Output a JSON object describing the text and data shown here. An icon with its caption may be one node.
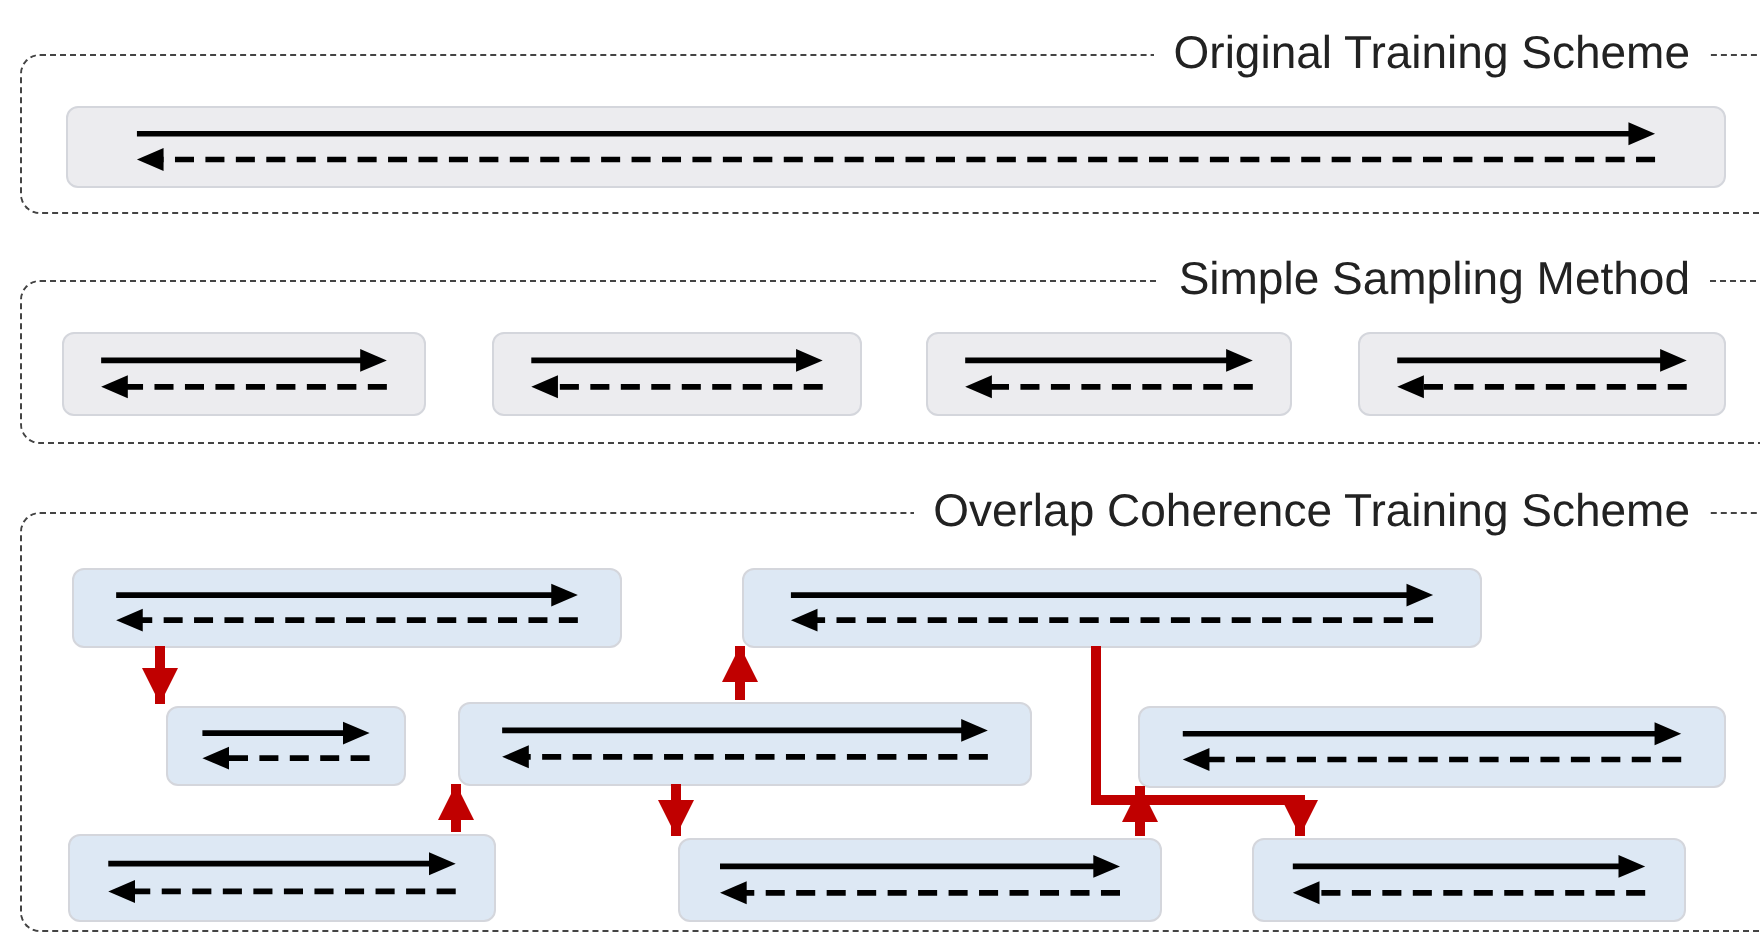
{
  "diagram": {
    "nodes": [
      {
        "text": [
          "Original Training Scheme"
        ]
      },
      {
        "text": [],
        "shape": "box",
        "in": 0
      },
      {
        "text": [
          "Simple Sampling Method"
        ]
      },
      {
        "text": [],
        "shape": "box",
        "in": 2
      },
      {
        "text": [],
        "shape": "box",
        "in": 2
      },
      {
        "text": [],
        "shape": "box",
        "in": 2
      },
      {
        "text": [],
        "shape": "box",
        "in": 2
      },
      {
        "text": [
          "Overlap Coherence Training Scheme"
        ]
      },
      {
        "text": [],
        "shape": "box",
        "in": 7
      },
      {
        "text": [],
        "shape": "box",
        "in": 7
      },
      {
        "text": [],
        "shape": "box",
        "in": 7
      },
      {
        "text": [],
        "shape": "box",
        "in": 7
      },
      {
        "text": [],
        "shape": "box",
        "in": 7
      },
      {
        "text": [],
        "shape": "box",
        "in": 7
      },
      {
        "text": [],
        "shape": "box",
        "in": 7
      },
      {
        "text": [],
        "shape": "box",
        "in": 7
      }
    ],
    "edges": [
      {
        "from": 8,
        "to": 10,
        "arrow": "to"
      },
      {
        "from": 13,
        "to": 11,
        "arrow": "to"
      },
      {
        "from": 11,
        "to": 9,
        "arrow": "to"
      },
      {
        "from": 11,
        "to": 14,
        "arrow": "to"
      },
      {
        "from": 14,
        "to": 12,
        "arrow": "to"
      },
      {
        "from": 9,
        "to": 15,
        "arrow": "to"
      }
    ]
  }
}
